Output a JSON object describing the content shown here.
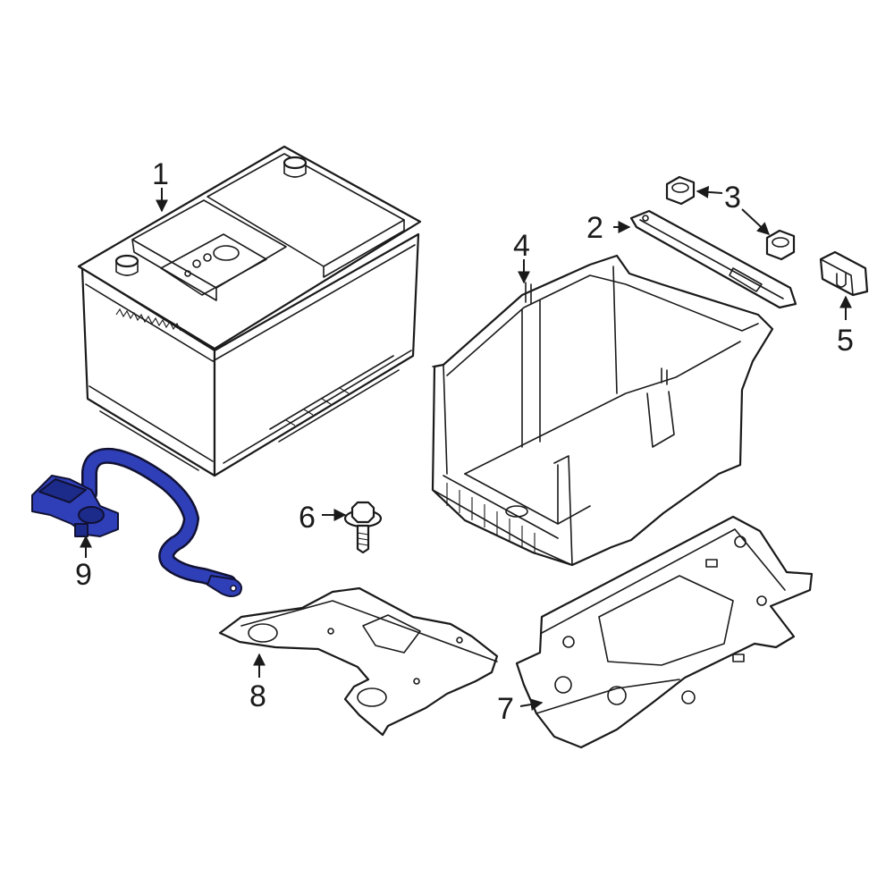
{
  "callouts": [
    "1",
    "2",
    "3",
    "4",
    "5",
    "6",
    "7",
    "8",
    "9"
  ],
  "highlight_color": "#2f3fb8",
  "highlight_dark": "#1c2a8a"
}
